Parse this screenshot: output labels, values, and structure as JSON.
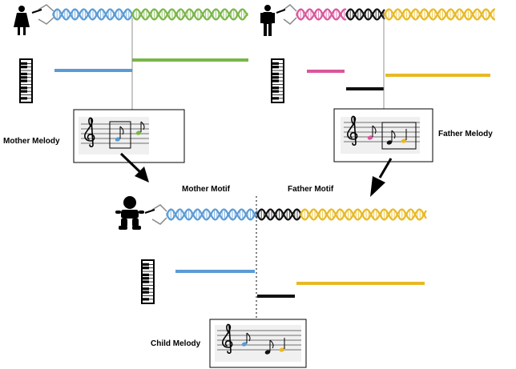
{
  "labels": {
    "mother_melody": "Mother Melody",
    "father_melody": "Father Melody",
    "mother_motif": "Mother Motif",
    "father_motif": "Father Motif",
    "child_melody": "Child Melody"
  },
  "colors": {
    "blue": "#5b9bd5",
    "green": "#7ab648",
    "pink": "#d9579b",
    "black": "#111111",
    "yellow": "#e8b923",
    "gray": "#888888"
  },
  "icons": {
    "mother": "woman-icon",
    "father": "man-icon",
    "child": "baby-icon",
    "keyboard": "piano-keyboard-icon",
    "clef": "treble-clef-icon",
    "note": "eighth-note-icon",
    "arrow": "arrow-icon",
    "dna": "dna-helix-icon"
  }
}
